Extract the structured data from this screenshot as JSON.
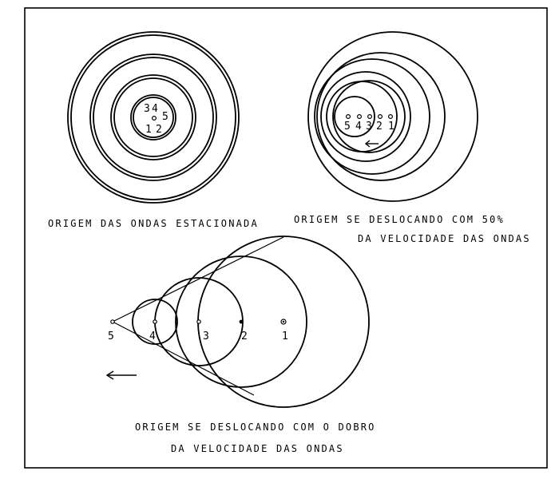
{
  "diagrams": {
    "stationary": {
      "caption": "ORIGEM DAS ONDAS ESTACIONADA",
      "source_labels": [
        "3",
        "4",
        "5",
        "1",
        "2"
      ]
    },
    "moving_half": {
      "caption_line1": "ORIGEM SE DESLOCANDO COM 50%",
      "caption_line2": "DA VELOCIDADE DAS ONDAS",
      "source_labels": [
        "5",
        "4",
        "3",
        "2",
        "1"
      ]
    },
    "moving_double": {
      "caption_line1": "ORIGEM SE DESLOCANDO COM O DOBRO",
      "caption_line2": "DA VELOCIDADE DAS ONDAS",
      "source_labels": [
        "5",
        "4",
        "3",
        "2",
        "1"
      ]
    }
  }
}
